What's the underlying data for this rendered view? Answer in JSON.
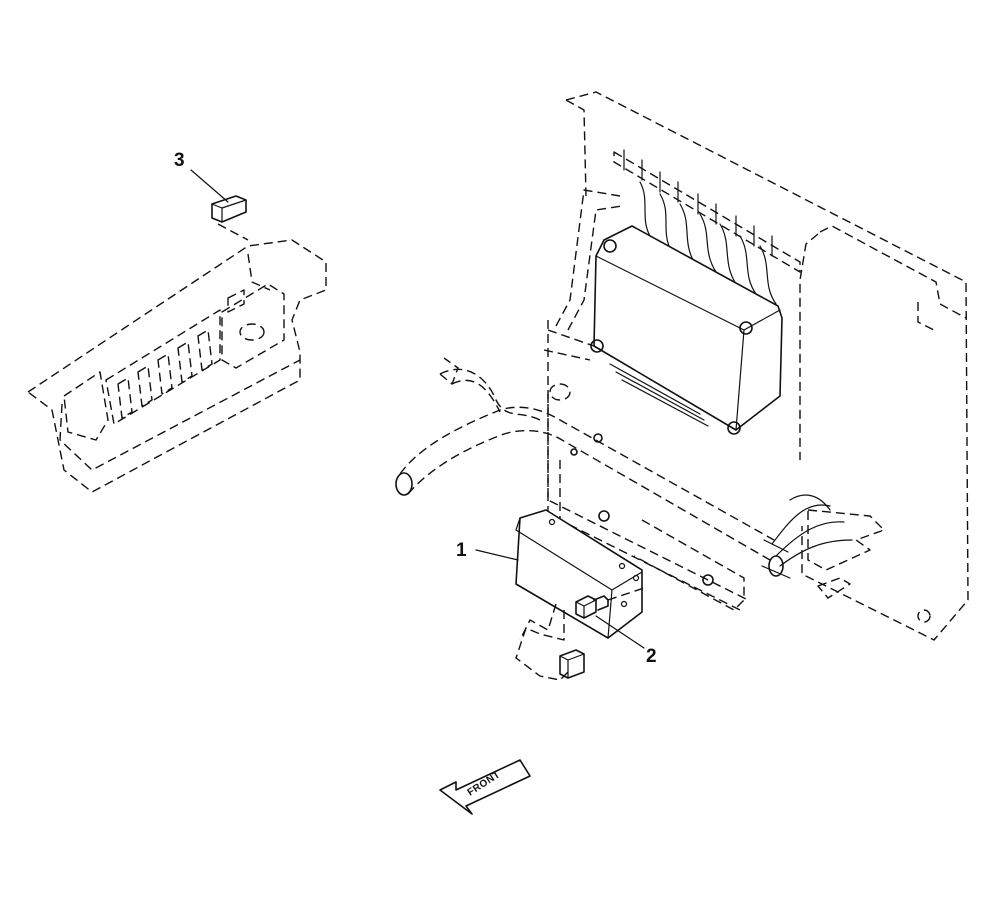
{
  "callouts": {
    "item1": "1",
    "item2": "2",
    "item3": "3"
  },
  "front_arrow": {
    "label": "FRONT"
  },
  "colors": {
    "line": "#111111",
    "background": "#ffffff"
  }
}
